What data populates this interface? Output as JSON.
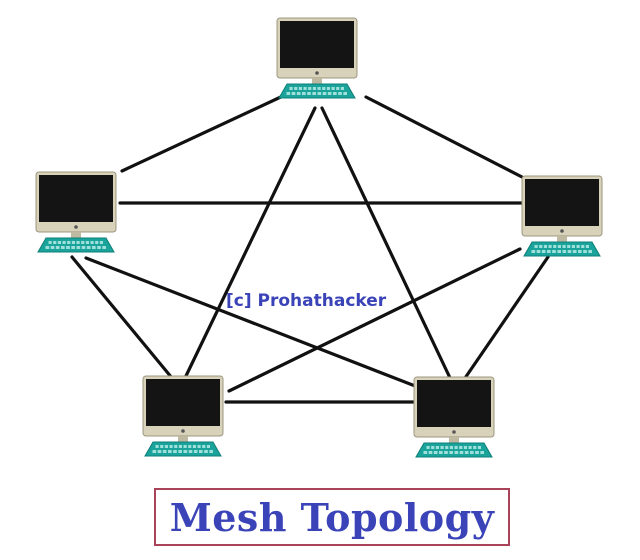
{
  "diagram": {
    "title": "Mesh Topology",
    "watermark": "[c] Prohathacker",
    "nodes": [
      {
        "id": "top",
        "icon": "computer-icon"
      },
      {
        "id": "left",
        "icon": "computer-icon"
      },
      {
        "id": "right",
        "icon": "computer-icon"
      },
      {
        "id": "bottom-left",
        "icon": "computer-icon"
      },
      {
        "id": "bottom-right",
        "icon": "computer-icon"
      }
    ],
    "links": [
      [
        "top",
        "left"
      ],
      [
        "top",
        "right"
      ],
      [
        "top",
        "bottom-left"
      ],
      [
        "top",
        "bottom-right"
      ],
      [
        "left",
        "right"
      ],
      [
        "left",
        "bottom-left"
      ],
      [
        "left",
        "bottom-right"
      ],
      [
        "right",
        "bottom-left"
      ],
      [
        "right",
        "bottom-right"
      ],
      [
        "bottom-left",
        "bottom-right"
      ]
    ],
    "colors": {
      "screen": "#141414",
      "monitor_frame": "#d8d2bb",
      "keyboard": "#1aa39b",
      "link": "#111111",
      "text_accent": "#3a43b8",
      "title_border": "#a9435a"
    }
  }
}
